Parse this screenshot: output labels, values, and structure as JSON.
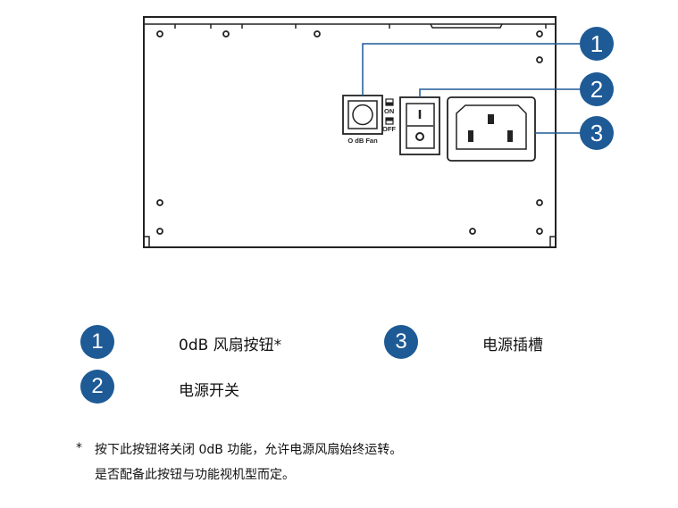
{
  "diagram": {
    "button_label": "O dB Fan",
    "switch_on_label": "ON",
    "switch_off_label": "OFF",
    "accent_color": "#1e5a96",
    "callouts": [
      "1",
      "2",
      "3"
    ]
  },
  "legend": {
    "items": [
      {
        "number": "1",
        "label": "0dB 风扇按钮*"
      },
      {
        "number": "2",
        "label": "电源开关"
      },
      {
        "number": "3",
        "label": "电源插槽"
      }
    ]
  },
  "footnote": {
    "marker": "*",
    "line1": "按下此按钮将关闭 0dB 功能，允许电源风扇始终运转。",
    "line2": "是否配备此按钮与功能视机型而定。"
  }
}
